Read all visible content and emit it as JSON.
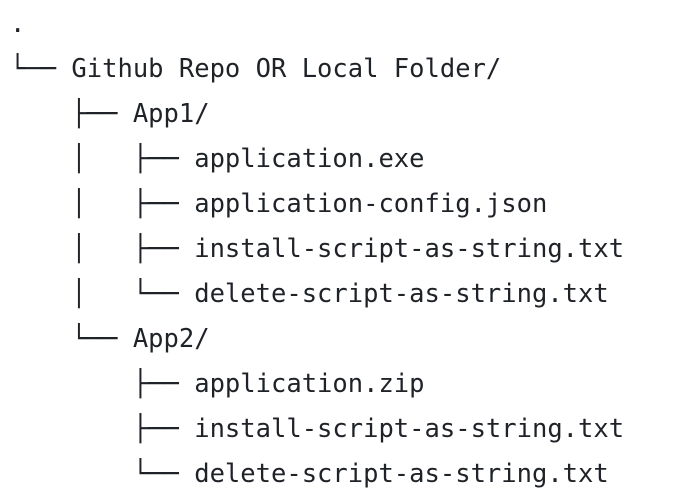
{
  "document": {
    "type": "ascii-directory-tree",
    "title": "Github Repo OR Local Folder structure",
    "background_color": "#ffffff",
    "text_color": "#1f2328",
    "font_style": "monospace"
  },
  "tree": {
    "root_label": ".",
    "lines": [
      {
        "id": "line-root-dot",
        "text": "."
      },
      {
        "id": "line-github-repo",
        "text": "└── Github Repo OR Local Folder/"
      },
      {
        "id": "line-app1-folder",
        "text": "    ├── App1/"
      },
      {
        "id": "line-app1-application-exe",
        "text": "    │   ├── application.exe"
      },
      {
        "id": "line-app1-application-config",
        "text": "    │   ├── application-config.json"
      },
      {
        "id": "line-app1-install-script",
        "text": "    │   ├── install-script-as-string.txt"
      },
      {
        "id": "line-app1-delete-script",
        "text": "    │   └── delete-script-as-string.txt"
      },
      {
        "id": "line-app2-folder",
        "text": "    └── App2/"
      },
      {
        "id": "line-app2-application-zip",
        "text": "        ├── application.zip"
      },
      {
        "id": "line-app2-install-script",
        "text": "        ├── install-script-as-string.txt"
      },
      {
        "id": "line-app2-delete-script",
        "text": "        └── delete-script-as-string.txt"
      }
    ],
    "nodes": {
      "root": ".",
      "level1": [
        {
          "name": "Github Repo OR Local Folder/",
          "kind": "folder",
          "children": [
            {
              "name": "App1/",
              "kind": "folder",
              "children": [
                {
                  "name": "application.exe",
                  "kind": "file"
                },
                {
                  "name": "application-config.json",
                  "kind": "file"
                },
                {
                  "name": "install-script-as-string.txt",
                  "kind": "file"
                },
                {
                  "name": "delete-script-as-string.txt",
                  "kind": "file"
                }
              ]
            },
            {
              "name": "App2/",
              "kind": "folder",
              "children": [
                {
                  "name": "application.zip",
                  "kind": "file"
                },
                {
                  "name": "install-script-as-string.txt",
                  "kind": "file"
                },
                {
                  "name": "delete-script-as-string.txt",
                  "kind": "file"
                }
              ]
            }
          ]
        }
      ]
    }
  }
}
